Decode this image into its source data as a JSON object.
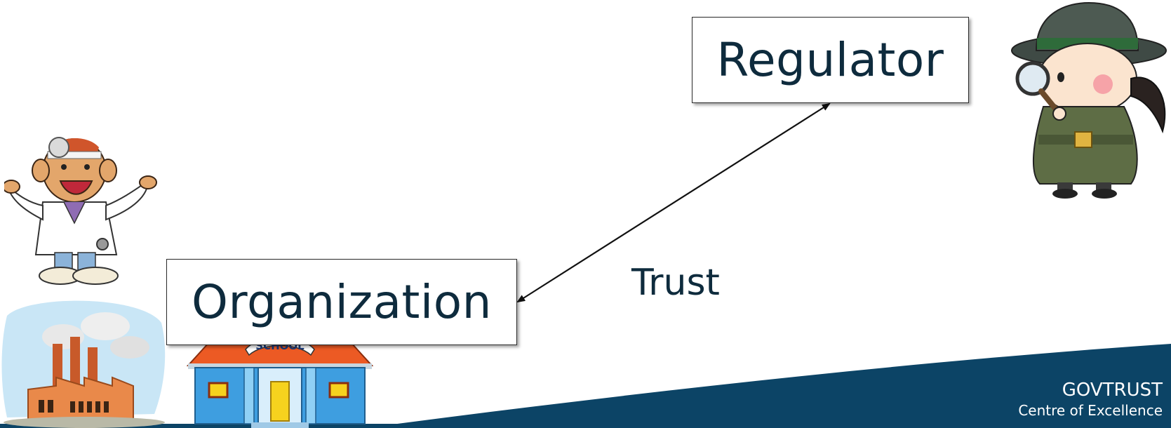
{
  "diagram": {
    "nodes": {
      "regulator": {
        "label": "Regulator"
      },
      "organization": {
        "label": "Organization"
      }
    },
    "edge": {
      "label": "Trust",
      "from": "organization",
      "to": "regulator",
      "direction": "both"
    }
  },
  "footer": {
    "brand_name": "GOVTRUST",
    "brand_tagline": "Centre of Excellence",
    "band_color": "#0c4466"
  },
  "illustrations": {
    "school_sign": "SCHOOL",
    "icons": [
      "detective-icon",
      "doctor-icon",
      "factory-icon",
      "school-icon"
    ]
  },
  "colors": {
    "text": "#0e2b3d",
    "arrow": "#111111"
  }
}
